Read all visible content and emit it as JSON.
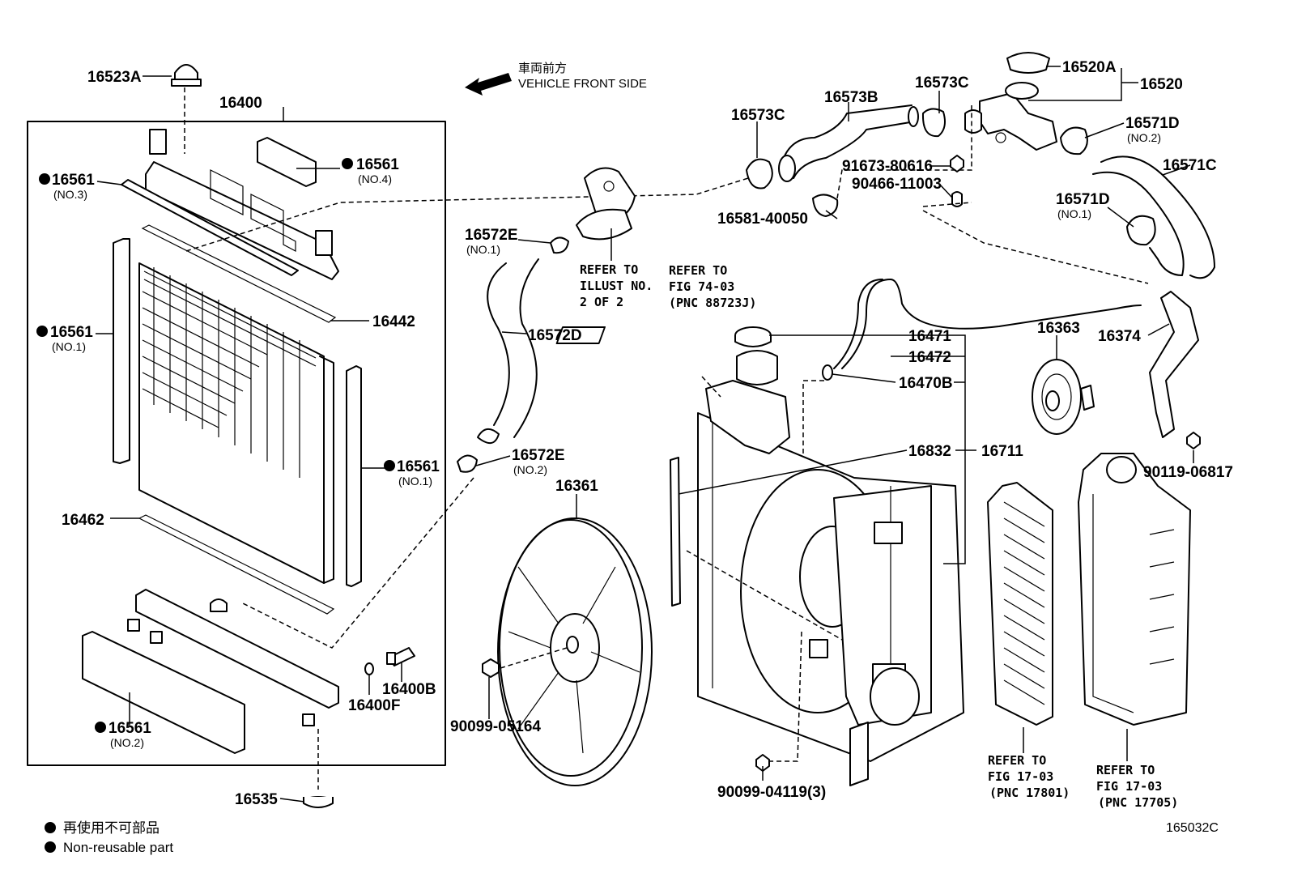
{
  "direction": {
    "jp": "車両前方",
    "en": "VEHICLE FRONT SIDE"
  },
  "figure_code": "165032C",
  "legend": {
    "jp": "再使用不可部品",
    "en": "Non-reusable part"
  },
  "labels": {
    "p16523A": "16523A",
    "p16400": "16400",
    "p16561_no4": "16561",
    "p16561_no4_sub": "(NO.4)",
    "p16561_no3": "16561",
    "p16561_no3_sub": "(NO.3)",
    "p16561_no1a": "16561",
    "p16561_no1a_sub": "(NO.1)",
    "p16561_no1b": "16561",
    "p16561_no1b_sub": "(NO.1)",
    "p16561_no2": "16561",
    "p16561_no2_sub": "(NO.2)",
    "p16442": "16442",
    "p16462": "16462",
    "p16400B": "16400B",
    "p16400F": "16400F",
    "p16535": "16535",
    "p16572E_no1": "16572E",
    "p16572E_no1_sub": "(NO.1)",
    "p16572D": "16572D",
    "p16572E_no2": "16572E",
    "p16572E_no2_sub": "(NO.2)",
    "p16361": "16361",
    "p90099_05164": "90099-05164",
    "p16573C_left": "16573C",
    "p16573B": "16573B",
    "p16573C_right": "16573C",
    "p16520A": "16520A",
    "p16520": "16520",
    "p16571D_no2": "16571D",
    "p16571D_no2_sub": "(NO.2)",
    "p16571C": "16571C",
    "p91673_80616": "91673-80616",
    "p90466_11003": "90466-11003",
    "p16581_40050": "16581-40050",
    "p16571D_no1": "16571D",
    "p16571D_no1_sub": "(NO.1)",
    "p16471": "16471",
    "p16472": "16472",
    "p16470B": "16470B",
    "p16363": "16363",
    "p16374": "16374",
    "p16832": "16832",
    "p16711": "16711",
    "p90119_06817": "90119-06817",
    "p90099_04119": "90099-04119(3)"
  },
  "refs": {
    "illust": [
      "REFER TO",
      "ILLUST NO.",
      "2 OF 2"
    ],
    "fig74": [
      "REFER TO",
      "FIG 74-03",
      "(PNC 88723J)"
    ],
    "fig17a": [
      "REFER TO",
      "FIG 17-03",
      "(PNC 17801)"
    ],
    "fig17b": [
      "REFER TO",
      "FIG 17-03",
      "(PNC 17705)"
    ]
  }
}
